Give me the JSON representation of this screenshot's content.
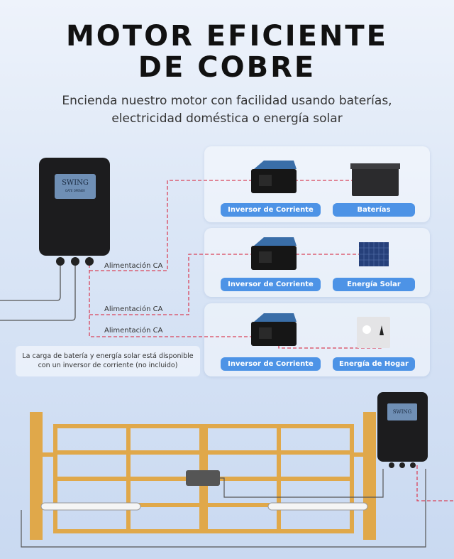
{
  "header": {
    "title_line1": "MOTOR EFICIENTE",
    "title_line2": "DE COBRE",
    "subtitle_line1": "Encienda nuestro motor con facilidad usando baterías,",
    "subtitle_line2": "electricidad doméstica o energía solar"
  },
  "control_box": {
    "brand": "SWING",
    "brand_sub": "GATE OPENER"
  },
  "connections": [
    "Alimentación CA",
    "Alimentación CA",
    "Alimentación CA"
  ],
  "options": [
    {
      "inverter_label": "Inversor de Corriente",
      "source_label": "Baterías",
      "source_icon": "battery-icon"
    },
    {
      "inverter_label": "Inversor de Corriente",
      "source_label": "Energía Solar",
      "source_icon": "solar-panel-icon"
    },
    {
      "inverter_label": "Inversor de Corriente",
      "source_label": "Energía de Hogar",
      "source_icon": "wall-outlet-icon"
    }
  ],
  "note": "La carga de batería y energía solar está disponible con un inversor de corriente (no incluido)",
  "colors": {
    "accent": "#4d93e6",
    "wire_dashed": "#d9435a",
    "gate": "#e0a84a"
  }
}
